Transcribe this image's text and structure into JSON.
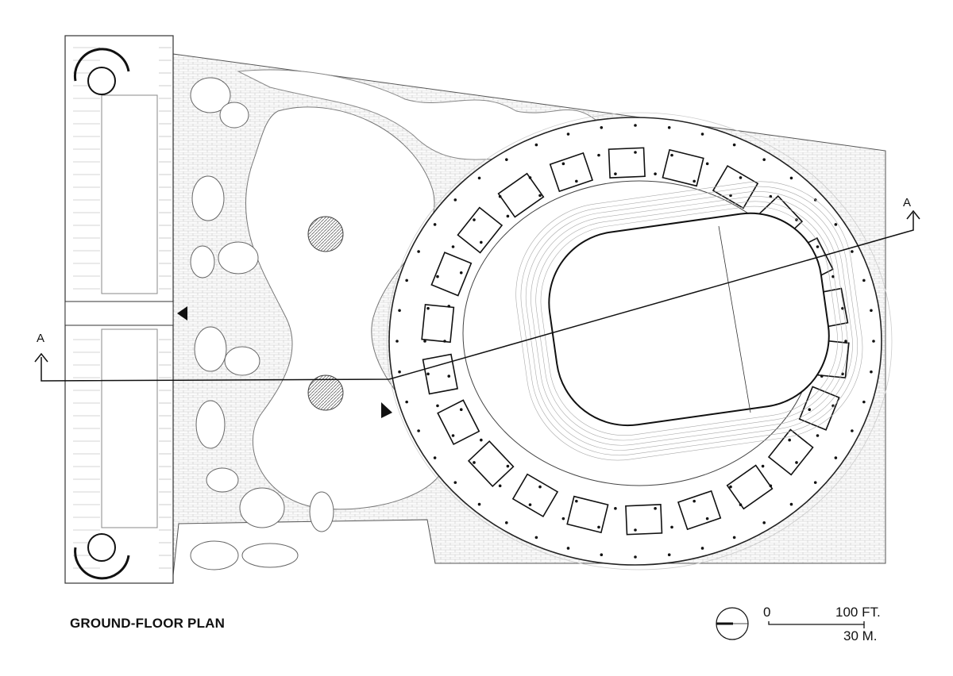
{
  "title": "GROUND-FLOOR PLAN",
  "section_markers": {
    "left": "A",
    "right": "A"
  },
  "scale_bar": {
    "zero": "0",
    "feet": "100 FT.",
    "meters": "30 M."
  },
  "icons": [
    "north-arrow-icon",
    "section-arrow-icon",
    "entrance-triangle-icon"
  ]
}
